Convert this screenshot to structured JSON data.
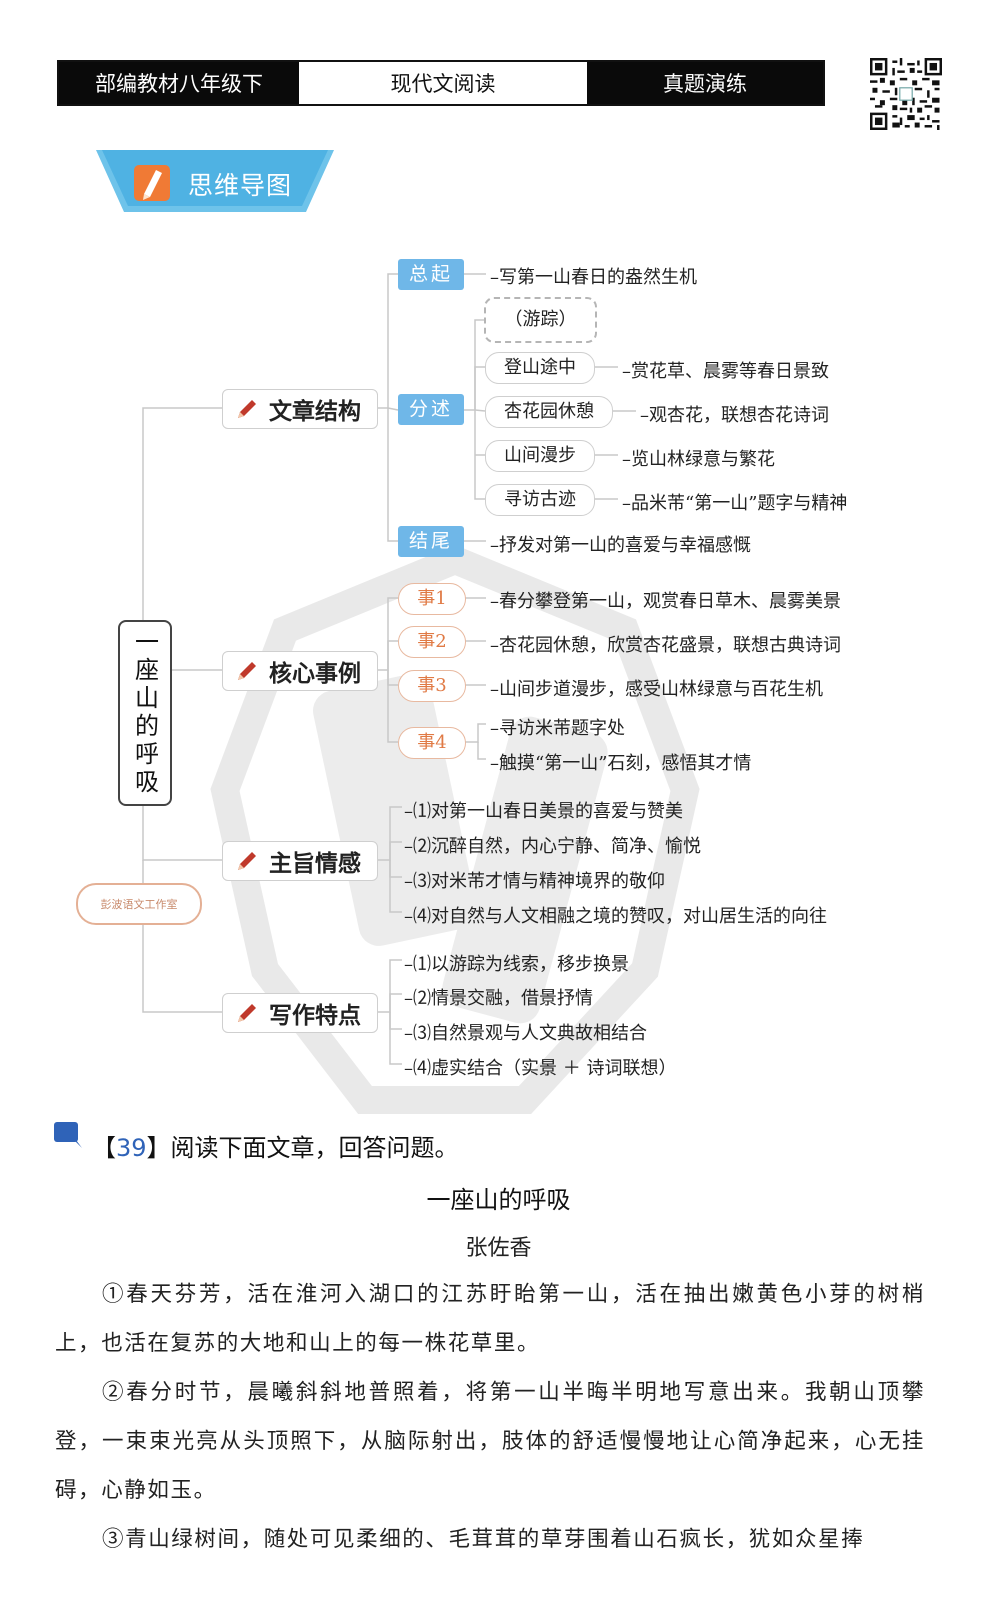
{
  "header": {
    "left": "部编教材八年级下",
    "middle": "现代文阅读",
    "right": "真题演练"
  },
  "banner": {
    "title": "思维导图"
  },
  "mindmap": {
    "root": "一座山的呼吸",
    "studio": "彭波语文工作室",
    "structure": {
      "label": "文章结构",
      "intro_tag": "总起",
      "intro_text": "–写第一山春日的盎然生机",
      "body_tag": "分述",
      "route_label": "（游踪）",
      "steps": [
        {
          "name": "登山途中",
          "text": "–赏花草、晨雾等春日景致"
        },
        {
          "name": "杏花园休憩",
          "text": "–观杏花，联想杏花诗词"
        },
        {
          "name": "山间漫步",
          "text": "–览山林绿意与繁花"
        },
        {
          "name": "寻访古迹",
          "text": "–品米芾“第一山”题字与精神"
        }
      ],
      "end_tag": "结尾",
      "end_text": "–抒发对第一山的喜爱与幸福感慨"
    },
    "events": {
      "label": "核心事例",
      "items": [
        {
          "tag": "事1",
          "text": "–春分攀登第一山，观赏春日草木、晨雾美景"
        },
        {
          "tag": "事2",
          "text": "–杏花园休憩，欣赏杏花盛景，联想古典诗词"
        },
        {
          "tag": "事3",
          "text": "–山间步道漫步，感受山林绿意与百花生机"
        },
        {
          "tag": "事4",
          "text": "–寻访米芾题字处"
        }
      ],
      "extra": "–触摸“第一山”石刻，感悟其才情"
    },
    "emotion": {
      "label": "主旨情感",
      "items": [
        "–⑴对第一山春日美景的喜爱与赞美",
        "–⑵沉醉自然，内心宁静、简净、愉悦",
        "–⑶对米芾才情与精神境界的敬仰",
        "–⑷对自然与人文相融之境的赞叹，对山居生活的向往"
      ]
    },
    "writing": {
      "label": "写作特点",
      "items": [
        "–⑴以游踪为线索，移步换景",
        "–⑵情景交融，借景抒情",
        "–⑶自然景观与人文典故相结合",
        "–⑷虚实结合（实景 ＋ 诗词联想）"
      ]
    }
  },
  "question": {
    "number": "39",
    "bracket_open": "【",
    "bracket_close": "】",
    "instruction": "阅读下面文章，回答问题。"
  },
  "article": {
    "title": "一座山的呼吸",
    "author": "张佐香",
    "paragraphs": [
      "①春天芬芳，活在淮河入湖口的江苏盱眙第一山，活在抽出嫩黄色小芽的树梢上，也活在复苏的大地和山上的每一株花草里。",
      "②春分时节，晨曦斜斜地普照着，将第一山半晦半明地写意出来。我朝山顶攀登，一束束光亮从头顶照下，从脑际射出，肢体的舒适慢慢地让心简净起来，心无挂碍，心静如玉。",
      "③青山绿树间，随处可见柔细的、毛茸茸的草芽围着山石疯长，犹如众星捧"
    ]
  },
  "colors": {
    "blue_tag": "#6fb7e8",
    "orange_tag": "#e07a45",
    "pencil": "#c0392b",
    "question_number": "#2f63b8"
  }
}
